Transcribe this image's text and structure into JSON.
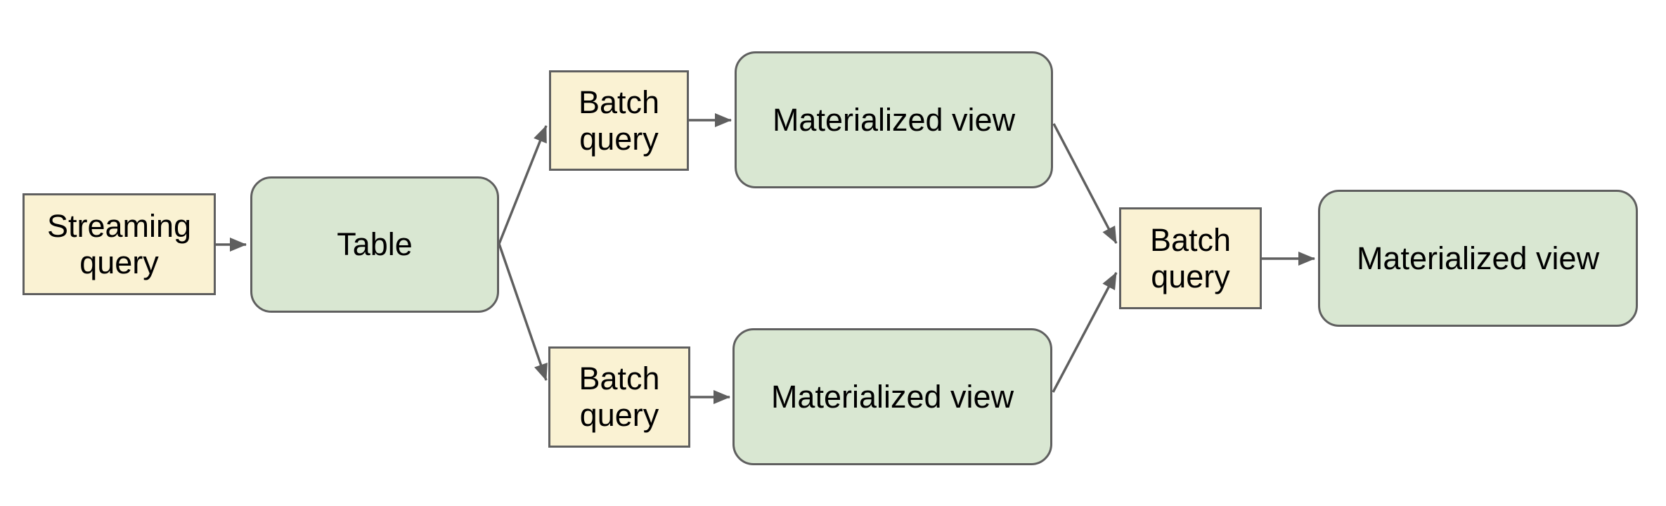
{
  "diagram": {
    "background": "#ffffff",
    "colors": {
      "yellow_fill": "#faf2d3",
      "green_fill": "#d9e7d2",
      "border": "#5f5f5f",
      "arrow": "#5f5f5f",
      "text": "#000000"
    },
    "nodes": {
      "streaming_query": {
        "label": "Streaming\nquery",
        "type": "query",
        "fill": "#faf2d3"
      },
      "table": {
        "label": "Table",
        "type": "dataset",
        "fill": "#d9e7d2"
      },
      "batch_query_top": {
        "label": "Batch\nquery",
        "type": "query",
        "fill": "#faf2d3"
      },
      "materialized_view_top": {
        "label": "Materialized view",
        "type": "dataset",
        "fill": "#d9e7d2"
      },
      "batch_query_bottom": {
        "label": "Batch\nquery",
        "type": "query",
        "fill": "#faf2d3"
      },
      "materialized_view_bottom": {
        "label": "Materialized view",
        "type": "dataset",
        "fill": "#d9e7d2"
      },
      "batch_query_right": {
        "label": "Batch\nquery",
        "type": "query",
        "fill": "#faf2d3"
      },
      "materialized_view_right": {
        "label": "Materialized view",
        "type": "dataset",
        "fill": "#d9e7d2"
      }
    },
    "edges": [
      {
        "from": "streaming_query",
        "to": "table"
      },
      {
        "from": "table",
        "to": "batch_query_top"
      },
      {
        "from": "table",
        "to": "batch_query_bottom"
      },
      {
        "from": "batch_query_top",
        "to": "materialized_view_top"
      },
      {
        "from": "batch_query_bottom",
        "to": "materialized_view_bottom"
      },
      {
        "from": "materialized_view_top",
        "to": "batch_query_right"
      },
      {
        "from": "materialized_view_bottom",
        "to": "batch_query_right"
      },
      {
        "from": "batch_query_right",
        "to": "materialized_view_right"
      }
    ]
  }
}
